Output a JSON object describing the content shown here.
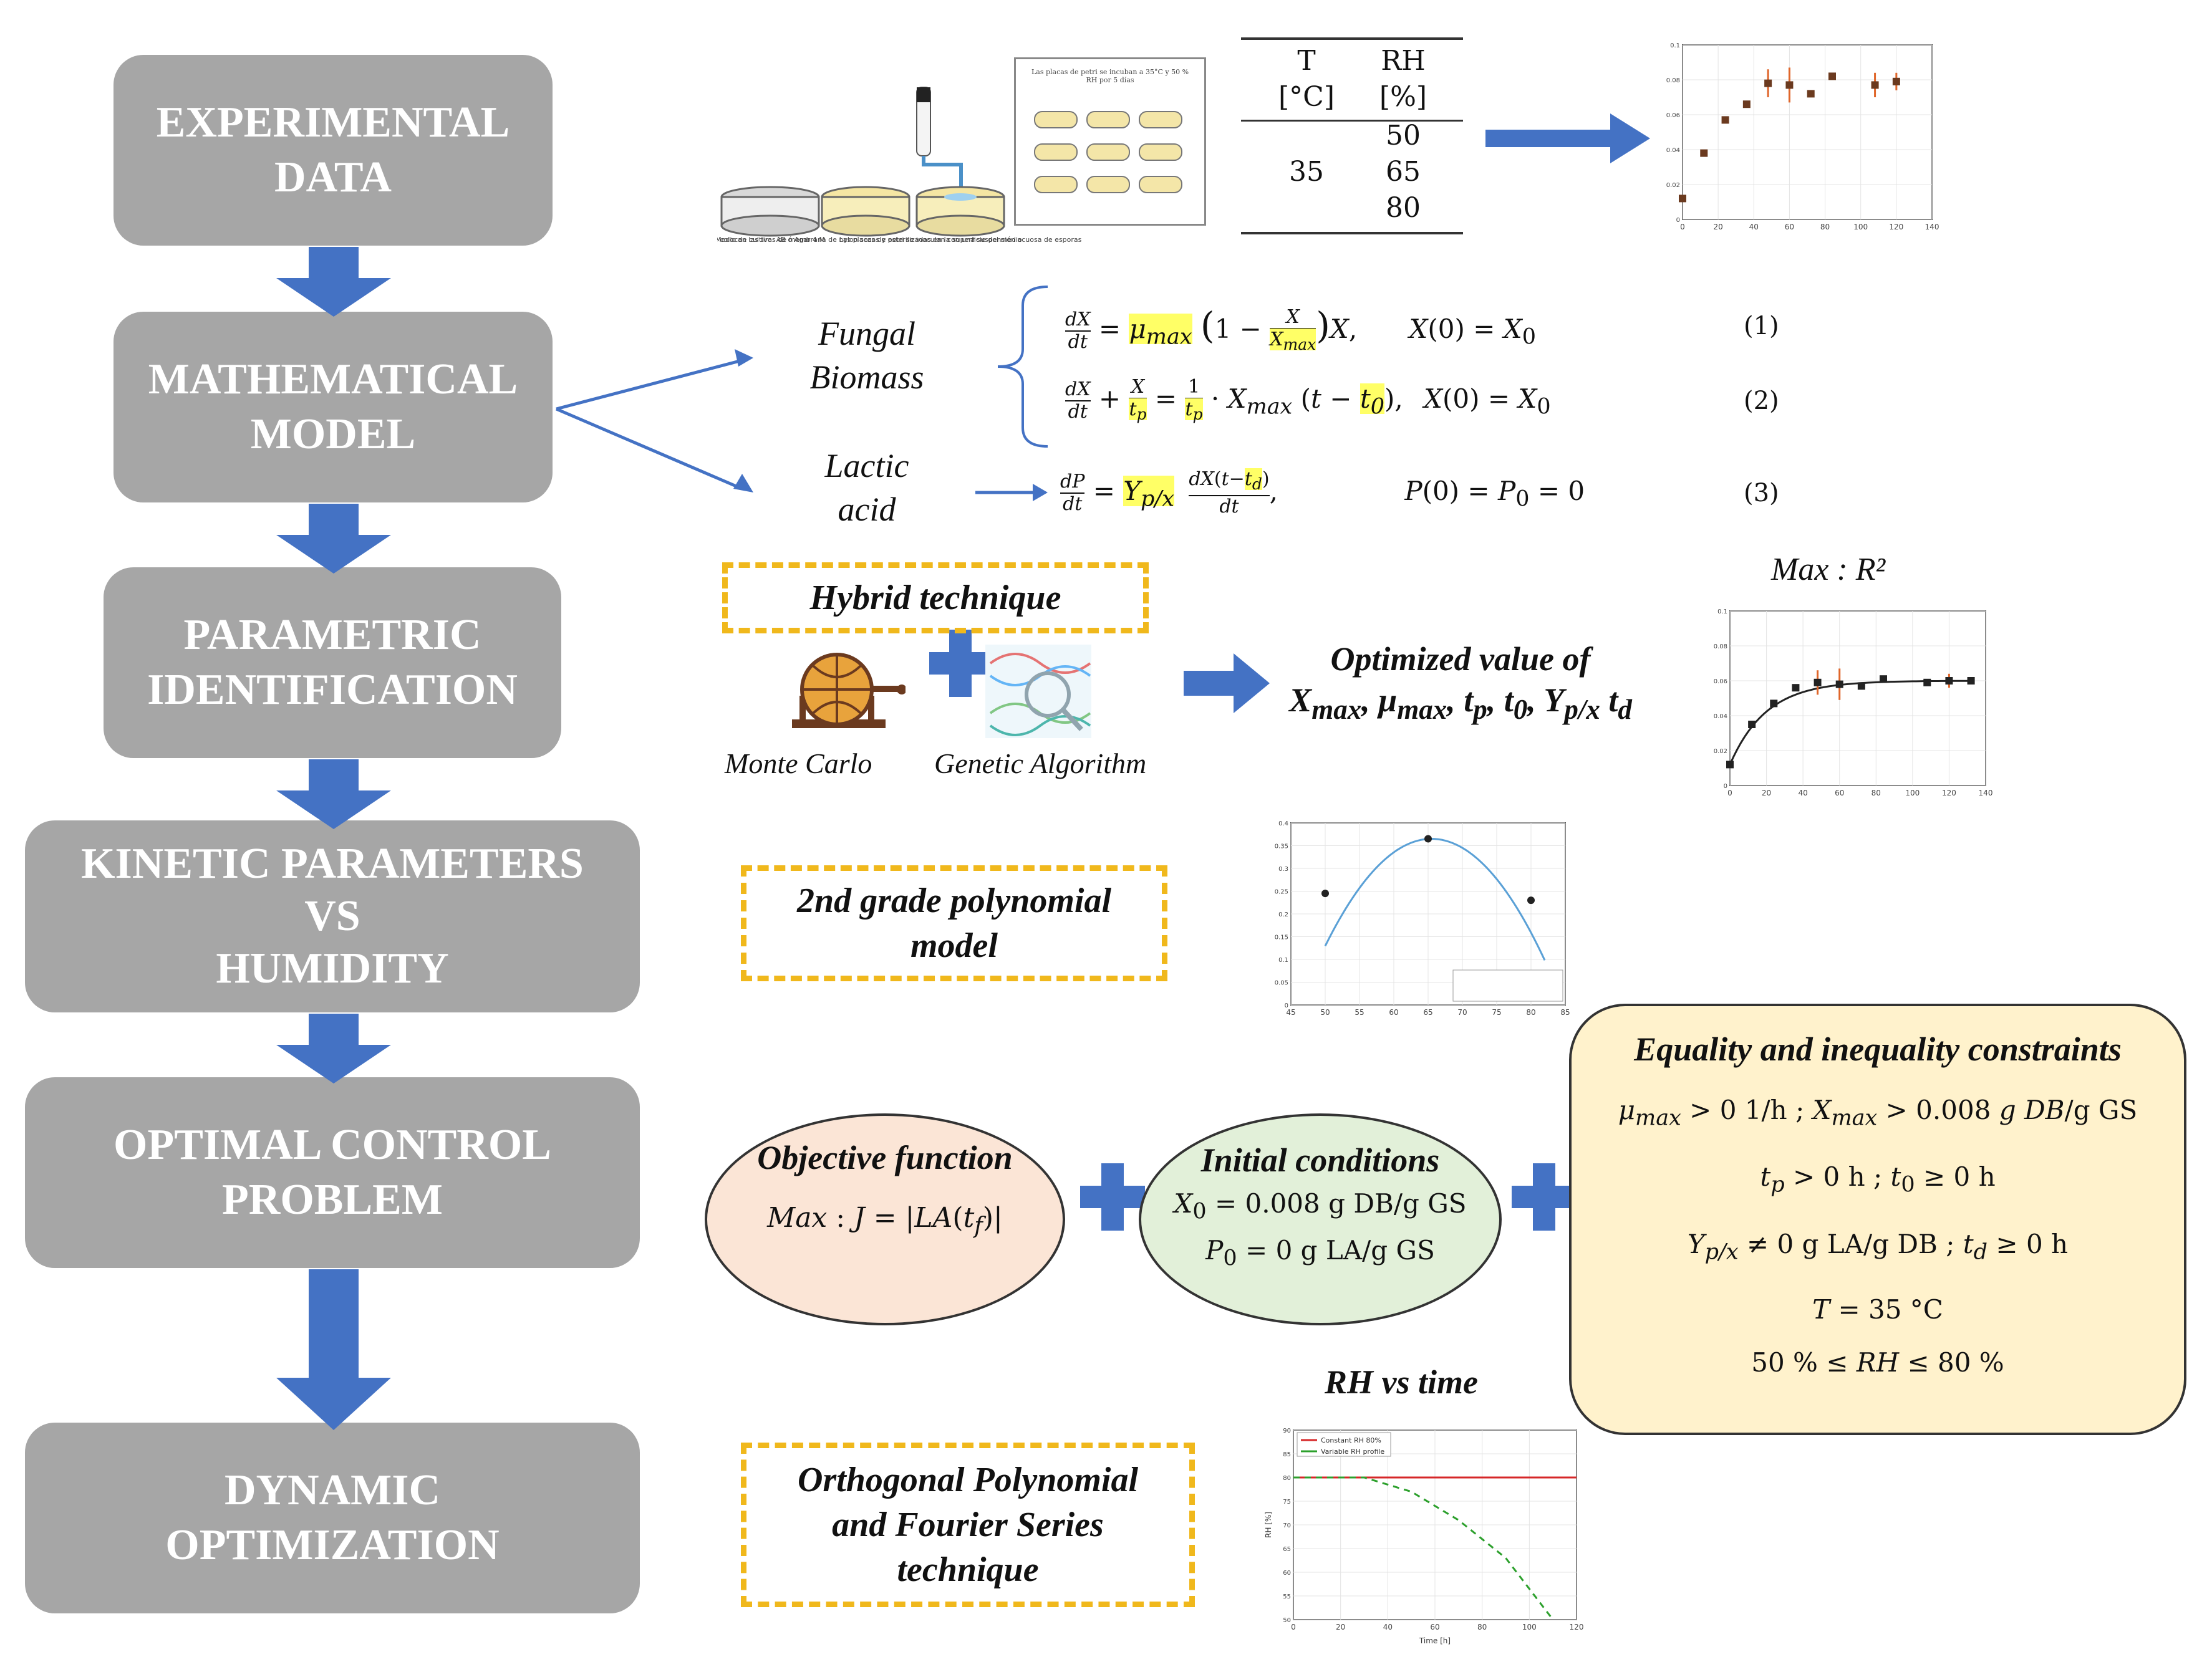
{
  "steps": [
    {
      "line1": "EXPERIMENTAL",
      "line2": "DATA",
      "line3": ""
    },
    {
      "line1": "MATHEMATICAL",
      "line2": "MODEL",
      "line3": ""
    },
    {
      "line1": "PARAMETRIC",
      "line2": "IDENTIFICATION",
      "line3": ""
    },
    {
      "line1": "KINETIC PARAMETERS",
      "line2": "VS",
      "line3": "HUMIDITY"
    },
    {
      "line1": "OPTIMAL CONTROL",
      "line2": "PROBLEM",
      "line3": ""
    },
    {
      "line1": "DYNAMIC",
      "line2": "OPTIMIZATION",
      "line3": ""
    }
  ],
  "experimental": {
    "tray_caption": "Las placas de petri se incuban a 35°C y 50 % RH por 5 días",
    "dish_captions": [
      "Medio de cultivo: AB ó Agar 4 M",
      "Se colocan las tiras de membrana de nylon secas y esterilizadas en la superficie del medio",
      "Las placas de petri se inoculan con una suspensión acuosa de esporas"
    ],
    "table": {
      "headers": [
        "T",
        "RH"
      ],
      "units": [
        "[°C]",
        "[%]"
      ],
      "temperature": "35",
      "rh_values": [
        "50",
        "65",
        "80"
      ]
    }
  },
  "model": {
    "fungal_line1": "Fungal",
    "fungal_line2": "Biomass",
    "lactic_line1": "Lactic",
    "lactic_line2": "acid",
    "eq_numbers": [
      "(1)",
      "(2)",
      "(3)"
    ]
  },
  "parametric": {
    "hybrid_label": "Hybrid technique",
    "monte_carlo": "Monte Carlo",
    "genetic": "Genetic Algorithm",
    "optimized_line1": "Optimized value of",
    "max_r2": "Max : R²"
  },
  "kinetic": {
    "poly_line1": "2nd grade polynomial",
    "poly_line2": "model"
  },
  "ocp": {
    "objective_title": "Objective function",
    "initial_title": "Initial conditions",
    "constraints_title": "Equality and inequality constraints"
  },
  "dynamic": {
    "method_line1": "Orthogonal Polynomial",
    "method_line2": "and Fourier Series",
    "method_line3": "technique",
    "rh_chart_title": "RH vs time"
  },
  "colors": {
    "step_box": "#a6a6a6",
    "arrow_blue": "#4472c4",
    "dash_yellow": "#f0b81c",
    "objective_fill": "#fbe5d6",
    "initial_fill": "#e2f0d9",
    "constraints_fill": "#fff2cc"
  },
  "chart_data": [
    {
      "type": "scatter",
      "id": "experimental-biomass",
      "x": [
        0,
        12,
        24,
        36,
        48,
        60,
        72,
        84,
        108,
        120
      ],
      "y": [
        0.012,
        0.038,
        0.057,
        0.066,
        0.078,
        0.077,
        0.072,
        0.082,
        0.077,
        0.079
      ],
      "err": [
        0.001,
        0.001,
        0.001,
        0.002,
        0.008,
        0.01,
        0.002,
        0.001,
        0.007,
        0.005
      ],
      "xlim": [
        0,
        140
      ],
      "ylim": [
        0,
        0.1
      ],
      "xticks": [
        "0",
        "20",
        "40",
        "60",
        "80",
        "100",
        "120",
        "140"
      ],
      "yticks": [
        "0",
        "0.02",
        "0.04",
        "0.06",
        "0.08",
        "0.1"
      ]
    },
    {
      "type": "line",
      "id": "fitted-biomass",
      "x": [
        0,
        12,
        24,
        36,
        48,
        60,
        72,
        84,
        108,
        120,
        132
      ],
      "y_data": [
        0.012,
        0.035,
        0.047,
        0.056,
        0.059,
        0.058,
        0.057,
        0.061,
        0.059,
        0.06,
        0.06
      ],
      "err": [
        0.001,
        0.002,
        0.001,
        0.001,
        0.007,
        0.009,
        0.002,
        0.001,
        0.001,
        0.004,
        0.001
      ],
      "xlim": [
        0,
        140
      ],
      "ylim": [
        0,
        0.1
      ],
      "xticks": [
        "0",
        "20",
        "40",
        "60",
        "80",
        "100",
        "120",
        "140"
      ],
      "yticks": [
        "0",
        "0.02",
        "0.04",
        "0.06",
        "0.08",
        "0.1"
      ]
    },
    {
      "type": "scatter",
      "id": "umax-vs-rh",
      "x": [
        50,
        65,
        80
      ],
      "y": [
        0.245,
        0.365,
        0.23
      ],
      "xlim": [
        45,
        85
      ],
      "ylim": [
        0,
        0.4
      ],
      "xticks": [
        "45",
        "50",
        "55",
        "60",
        "65",
        "70",
        "75",
        "80",
        "85"
      ],
      "yticks": [
        "0",
        "0.05",
        "0.1",
        "0.15",
        "0.2",
        "0.25",
        "0.3",
        "0.35",
        "0.4"
      ]
    },
    {
      "type": "line",
      "id": "rh-vs-time",
      "series": [
        {
          "name": "Constant RH 80%",
          "color": "#d62728",
          "x": [
            0,
            120
          ],
          "y": [
            80,
            80
          ]
        },
        {
          "name": "Variable RH profile",
          "color": "#2ca02c",
          "x": [
            0,
            30,
            50,
            70,
            90,
            110
          ],
          "y": [
            80,
            80,
            77,
            71,
            63,
            50
          ]
        }
      ],
      "xlim": [
        0,
        120
      ],
      "ylim": [
        50,
        90
      ],
      "xticks": [
        "0",
        "20",
        "40",
        "60",
        "80",
        "100",
        "120"
      ],
      "yticks": [
        "50",
        "55",
        "60",
        "65",
        "70",
        "75",
        "80",
        "85",
        "90"
      ],
      "xlabel": "Time [h]",
      "ylabel": "RH [%]"
    }
  ]
}
